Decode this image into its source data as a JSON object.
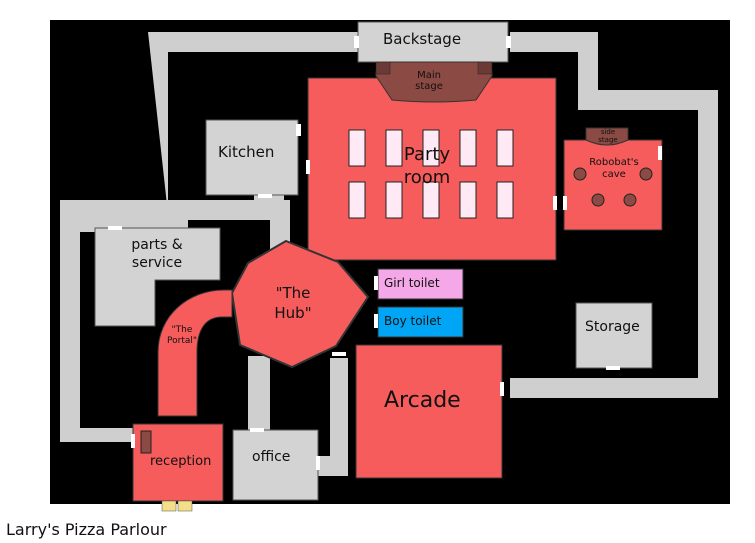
{
  "map_title": "Larry's Pizza Parlour",
  "colors": {
    "background": "#000000",
    "hallway": "#cfcfcf",
    "room_grey": "#d3d3d3",
    "room_red": "#f75c5c",
    "stage_brown": "#8b4a44",
    "girl_toilet": "#f5a8e8",
    "boy_toilet": "#00a6f5",
    "table": "#ffe9f5",
    "door": "#ffffff",
    "entrance": "#f3df8a"
  },
  "rooms": {
    "backstage": "Backstage",
    "main_stage": "Main stage",
    "party_room": "Party room",
    "side_stage": "side stage",
    "robobats_cave": "Robobat's cave",
    "kitchen": "Kitchen",
    "parts_service": "parts & service",
    "the_hub": "\"The Hub\"",
    "the_portal": "\"The Portal\"",
    "girl_toilet": "Girl toilet",
    "boy_toilet": "Boy toilet",
    "storage": "Storage",
    "arcade": "Arcade",
    "reception": "reception",
    "office": "office"
  }
}
